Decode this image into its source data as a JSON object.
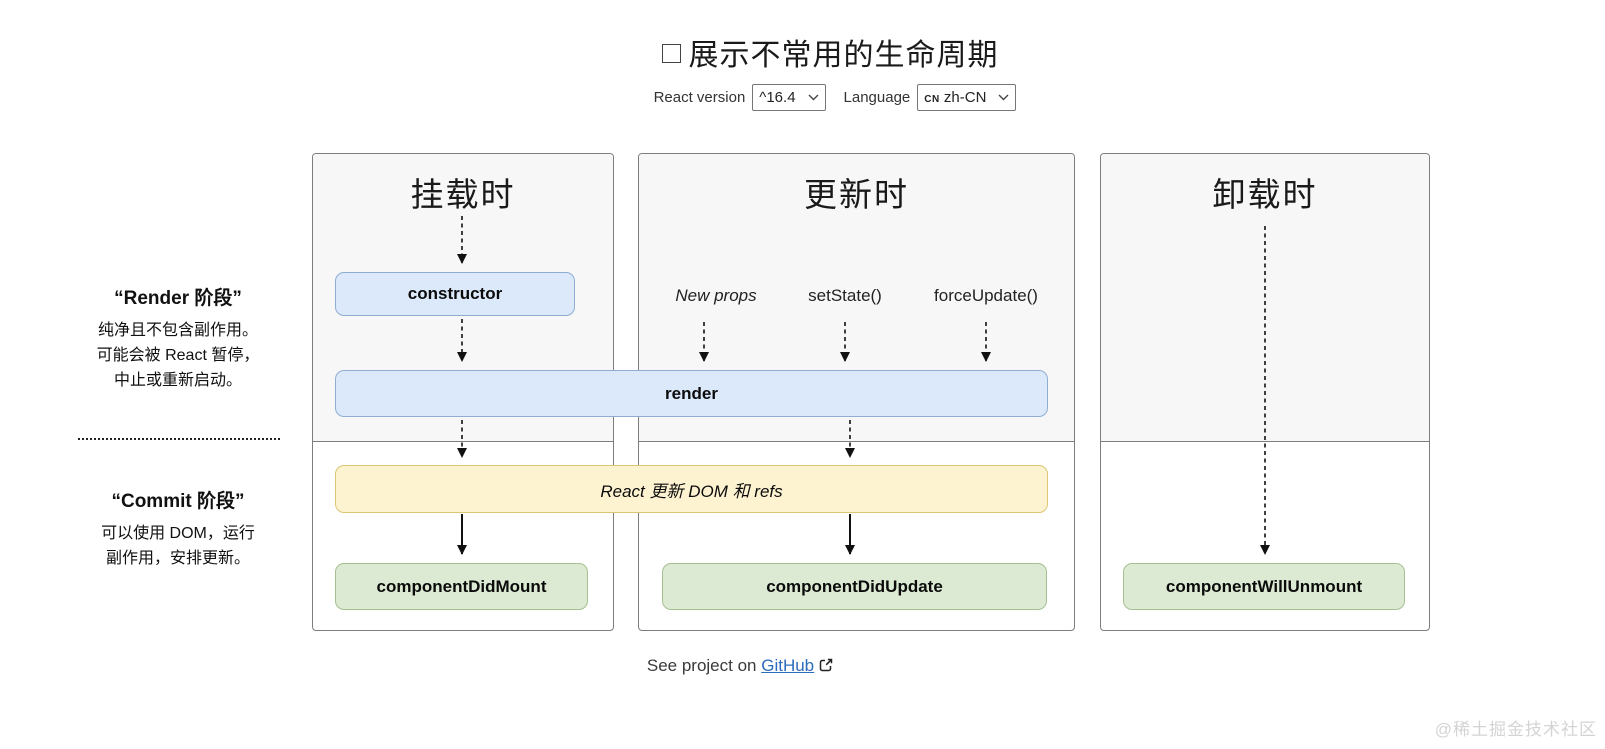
{
  "header": {
    "title": "展示不常用的生命周期",
    "checkbox_checked": false
  },
  "controls": {
    "react_version_label": "React version",
    "react_version_value": "^16.4",
    "language_label": "Language",
    "language_flag": "CN",
    "language_value": "zh-CN"
  },
  "phase_notes": {
    "render": {
      "title": "“Render 阶段”",
      "line1": "纯净且不包含副作用。",
      "line2": "可能会被 React 暂停，",
      "line3": "中止或重新启动。"
    },
    "commit": {
      "title": "“Commit 阶段”",
      "line1": "可以使用 DOM，运行",
      "line2": "副作用，安排更新。"
    }
  },
  "columns": [
    {
      "title": "挂载时"
    },
    {
      "title": "更新时",
      "triggers": [
        "New props",
        "setState()",
        "forceUpdate()"
      ]
    },
    {
      "title": "卸载时"
    }
  ],
  "boxes": {
    "constructor": "constructor",
    "render": "render",
    "dom_update": "React 更新 DOM 和 refs",
    "component_did_mount": "componentDidMount",
    "component_did_update": "componentDidUpdate",
    "component_will_unmount": "componentWillUnmount"
  },
  "footer": {
    "prefix": "See project on ",
    "link_label": "GitHub"
  },
  "watermark": "@稀土掘金技术社区",
  "colors": {
    "blue_fill": "#dbe9fb",
    "blue_border": "#8fadd1",
    "yellow_fill": "#fdf3d1",
    "yellow_border": "#dcc573",
    "green_fill": "#dcead3",
    "green_border": "#a6c090",
    "panel_top_bg": "#f7f7f7",
    "panel_border": "#7d7d7d",
    "link": "#2b6cbb",
    "watermark_gray": "#d4d4d4"
  }
}
